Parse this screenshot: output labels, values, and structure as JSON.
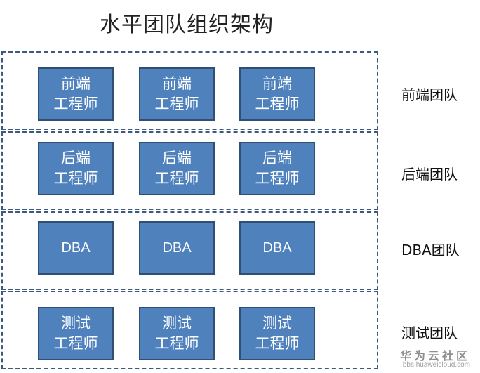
{
  "title": "水平团队组织架构",
  "rows": [
    {
      "team_label": "前端团队",
      "boxes": [
        {
          "line1": "前端",
          "line2": "工程师"
        },
        {
          "line1": "前端",
          "line2": "工程师"
        },
        {
          "line1": "前端",
          "line2": "工程师"
        }
      ]
    },
    {
      "team_label": "后端团队",
      "boxes": [
        {
          "line1": "后端",
          "line2": "工程师"
        },
        {
          "line1": "后端",
          "line2": "工程师"
        },
        {
          "line1": "后端",
          "line2": "工程师"
        }
      ]
    },
    {
      "team_label": "DBA团队",
      "boxes": [
        {
          "line1": "DBA"
        },
        {
          "line1": "DBA"
        },
        {
          "line1": "DBA"
        }
      ]
    },
    {
      "team_label": "测试团队",
      "boxes": [
        {
          "line1": "测试",
          "line2": "工程师"
        },
        {
          "line1": "测试",
          "line2": "工程师"
        },
        {
          "line1": "测试",
          "line2": "工程师"
        }
      ]
    }
  ],
  "watermark": {
    "brand": "华为云社区",
    "url": "bbs.huaweicloud.com"
  },
  "colors": {
    "box_fill": "#4f81bd",
    "box_border": "#2f4f74",
    "dashed_border": "#3d5a7e"
  }
}
